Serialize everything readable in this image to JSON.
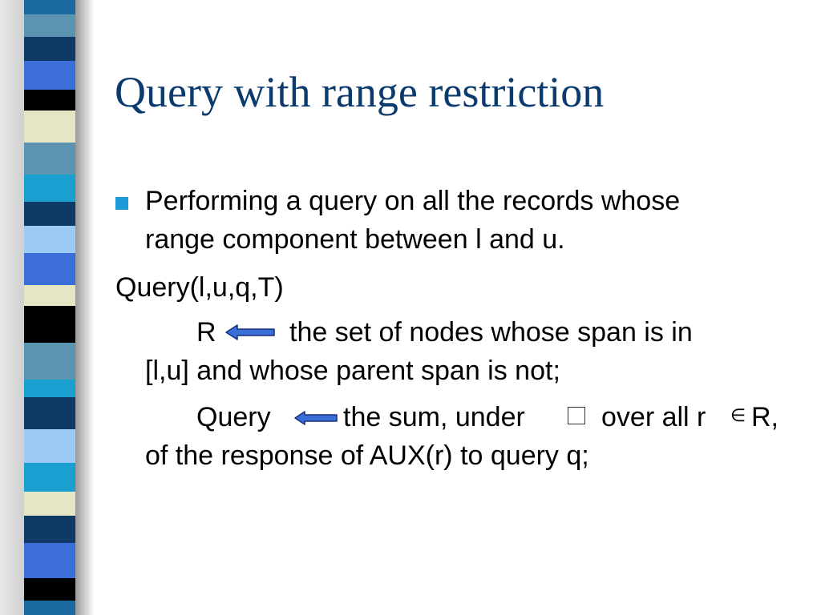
{
  "slide": {
    "title": "Query with range restriction",
    "bullet": {
      "line1": "Performing a query on all the records whose",
      "line2": "range component between l and u."
    },
    "query_sig": "Query(l,u,q,T)",
    "step1": {
      "var": "R",
      "arrow_icon": "left-arrow-icon",
      "text": "the set of nodes whose span is in",
      "cont": "[l,u] and whose parent span is not;"
    },
    "step2": {
      "var": "Query",
      "arrow_icon": "left-arrow-icon",
      "text_a": "the sum, under",
      "operator_icon": "empty-box-icon",
      "text_b": "over all r",
      "element_of": "∈",
      "text_c": "R,",
      "cont": "of the response of AUX(r) to query q;"
    }
  },
  "colors": {
    "title": "#0a3a6e",
    "bullet": "#1e9bd7",
    "arrow_fill": "#3a6fd8",
    "strip": [
      "#1a6aa0",
      "#5a94b0",
      "#0f3a66",
      "#3b6ed8",
      "#000000",
      "#e6e6c4",
      "#5a94b0",
      "#1aa0d0",
      "#0f3a66",
      "#9ccaf4",
      "#3b6ed8",
      "#e6e6c4",
      "#000000",
      "#5a94b0",
      "#1aa0d0",
      "#0f3a66",
      "#9ccaf4",
      "#1aa0d0",
      "#e6e6c4",
      "#0f3a66",
      "#3b6ed8",
      "#000000"
    ]
  }
}
